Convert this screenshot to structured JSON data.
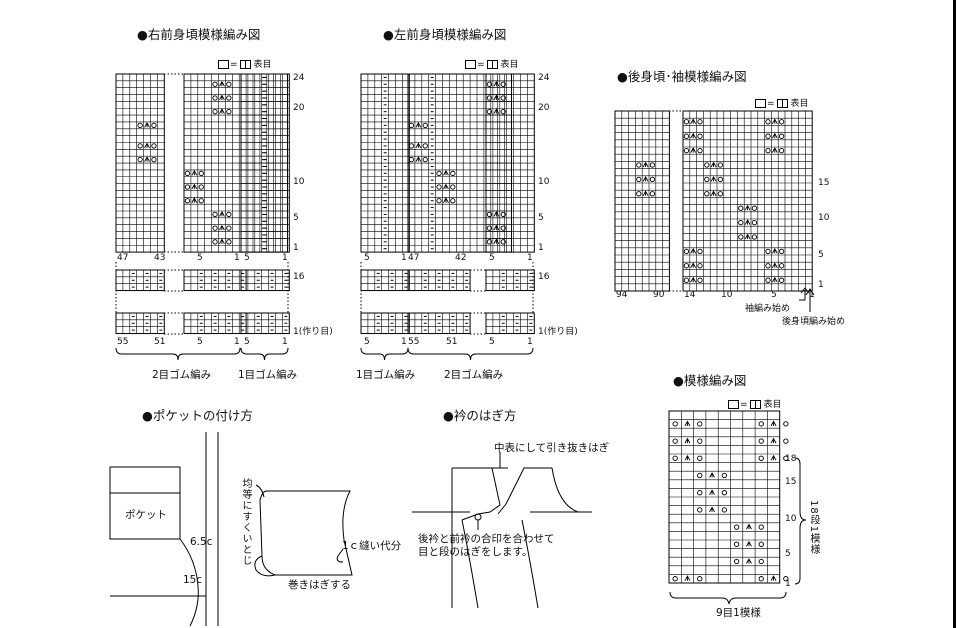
{
  "right_front": {
    "title": "●右前身頃模様編み図",
    "legend": "表目",
    "row_labels": [
      "24",
      "20",
      "10",
      "5",
      "1"
    ],
    "bottom_nums": [
      "47",
      "43",
      "5",
      "1",
      "5",
      "1"
    ],
    "rib_row": "16",
    "cast_on_row": "1(作り目)",
    "cast_on_nums": [
      "55",
      "51",
      "5",
      "1",
      "5",
      "1"
    ],
    "brace1": "2目ゴム編み",
    "brace2": "1目ゴム編み"
  },
  "left_front": {
    "title": "●左前身頃模様編み図",
    "legend": "表目",
    "row_labels": [
      "24",
      "20",
      "10",
      "5",
      "1"
    ],
    "bottom_nums": [
      "5",
      "1",
      "47",
      "42",
      "5",
      "1"
    ],
    "rib_row": "16",
    "cast_on_row": "1(作り目)",
    "cast_on_nums": [
      "5",
      "1",
      "55",
      "51",
      "5",
      "1"
    ],
    "brace1": "1目ゴム編み",
    "brace2": "2目ゴム編み"
  },
  "back": {
    "title": "●後身頃･袖模様編み図",
    "legend": "表目",
    "row_labels": [
      "15",
      "10",
      "5",
      "1"
    ],
    "bottom_nums": [
      "94",
      "90",
      "14",
      "10",
      "5",
      "1"
    ],
    "sleeve_start": "袖編み始め",
    "back_start": "後身頃編み始め"
  },
  "pattern": {
    "title": "●模様編み図",
    "legend": "表目",
    "row_labels": [
      "18",
      "15",
      "10",
      "5",
      "1"
    ],
    "side_note": "18段1模様",
    "bottom_note": "9目1模様"
  },
  "pocket": {
    "title": "●ポケットの付け方",
    "label": "ポケット",
    "dim1": "6.5c",
    "dim2": "15c",
    "note_even": "均等にすくいとじ",
    "note_seam": "1ｃ縫い代分",
    "note_whip": "巻きはぎする"
  },
  "collar": {
    "title": "●衿のはぎ方",
    "note_top": "中表にして引き抜きはぎ",
    "note_bottom1": "後衿と前衿の合印を合わせて",
    "note_bottom2": "目と段のはぎをします。"
  }
}
